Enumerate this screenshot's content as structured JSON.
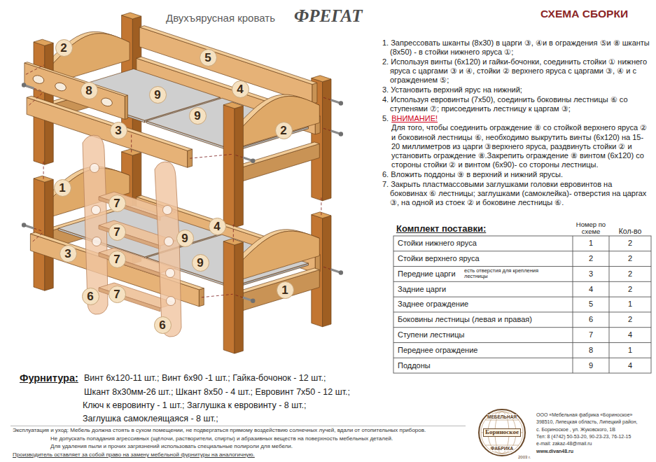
{
  "diagram": {
    "title": "СХЕМА СБОРКИ",
    "nodes": [
      {
        "text": [
          "2"
        ]
      },
      {
        "text": [
          "5"
        ]
      },
      {
        "text": [
          "4"
        ]
      },
      {
        "text": [
          "8"
        ]
      },
      {
        "text": [
          "9"
        ]
      },
      {
        "text": [
          "9"
        ]
      },
      {
        "text": [
          "3"
        ]
      },
      {
        "text": [
          "2"
        ]
      },
      {
        "text": [
          "1"
        ]
      },
      {
        "text": [
          "7"
        ]
      },
      {
        "text": [
          "4"
        ]
      },
      {
        "text": [
          "7"
        ]
      },
      {
        "text": [
          "9"
        ]
      },
      {
        "text": [
          "3"
        ]
      },
      {
        "text": [
          "7"
        ]
      },
      {
        "text": [
          "9"
        ]
      },
      {
        "text": [
          "1"
        ]
      },
      {
        "text": [
          "7"
        ]
      },
      {
        "text": [
          "6"
        ]
      },
      {
        "text": [
          "6"
        ]
      },
      {
        "text": [
          "МЕБЕЛЬНАЯ",
          "Бориноское",
          "ФАБРИКА"
        ]
      }
    ],
    "labels": [
      "Двухъярусная кровать",
      "ФРЕГАТ",
      "1. Запрессовать шканты (8х30) в царги ③, ④и в ограждения ⑤и ⑧ шканты (8х50) - в стойки нижнего яруса ①;",
      "2. Используя винты (6х120) и гайки-бочонки, соединить стойки ① нижнего яруса с царгами ③ и ④, стойки ② верхнего яруса с царгами ③, ④ и с ограждением ⑤;",
      "3. Установить верхний ярус на нижний;",
      "4. Используя евровинты (7х50), соединить боковины лестницы ⑥ со ступенями ⑦; присоединить лестницу к царгам ③;",
      "5.",
      "ВНИМАНИЕ!",
      "Для того, чтобы соединить ограждение ⑧ со стойкой верхнего яруса ② и боковиной лестницы ⑥, необходимо выкрутить винты (6х120) на 15-20 миллиметров из царги ③верхнего яруса, раздвинуть стойки ② и установить ограждение ⑧.Закрепить ограждение ⑧ винтом (6х120) со стороны стойки ② и винтом (6х90)- со стороны лестницы.",
      "6. Вложить поддоны ⑨ в верхний и нижний ярусы.",
      "7. Закрыть пластмассовыми заглушками головки евровинтов на боковинах ⑥ лестницы; заглушками (самоклейка)- отверстия на царгах ③, на одной из стоек ② и боковине лестницы ⑥.",
      "Комплект поставки:",
      "Номер по схеме",
      "Кол-во",
      "Стойки нижнего яруса",
      "1",
      "2",
      "Стойки верхнего яруса",
      "2",
      "2",
      "Передние царги",
      "есть отверстия для крепления лестницы",
      "3",
      "2",
      "Задние царги",
      "4",
      "2",
      "Заднее ограждение",
      "5",
      "1",
      "Боковины лестницы (левая и правая)",
      "6",
      "2",
      "Ступени лестницы",
      "7",
      "4",
      "Переднее ограждение",
      "8",
      "1",
      "Поддоны",
      "9",
      "4",
      "Фурнитура:",
      "Винт 6х120-11 шт.; Винт 6х90 -1 шт.; Гайка-бочонок - 12 шт.;",
      "Шкант 8х30мм-26 шт.; Шкант 8х50 - 4 шт.; Евровинт 7х50 - 12 шт.;",
      "Ключ к евровинту - 1 шт.; Заглушка к евровинту - 8 шт.;",
      "Заглушка самоклеящаяся - 8 шт.;",
      "Эксплуатация и уход: Мебель должна стоять в сухом помещении, не подвергаться прямому воздействию солнечных лучей, вдали от отопительных приборов.",
      "Не допускать попадания агрессивных (щёлочи, растворители, спирты) и абразивных веществ на поверхность мебельных деталей.",
      "Для удаления пыли и прочих загрязнений использовать специальные полироли для мебели.",
      "Производитель оставляет за собой право на замену мебельной фурнитуры на аналогичную.",
      "ООО «Мебельная фабрика «Бориноское»",
      "398510, Липецкая область, Липецкий район,",
      "с. Бориноское , ул. Жуковского, 1В",
      "Тел: 8 (4742) 50-53-20, 90-23-23, 76-12-15",
      "e-mail: zakaz-48@mail.ru",
      "www.divan48.ru",
      "2003 г."
    ]
  }
}
